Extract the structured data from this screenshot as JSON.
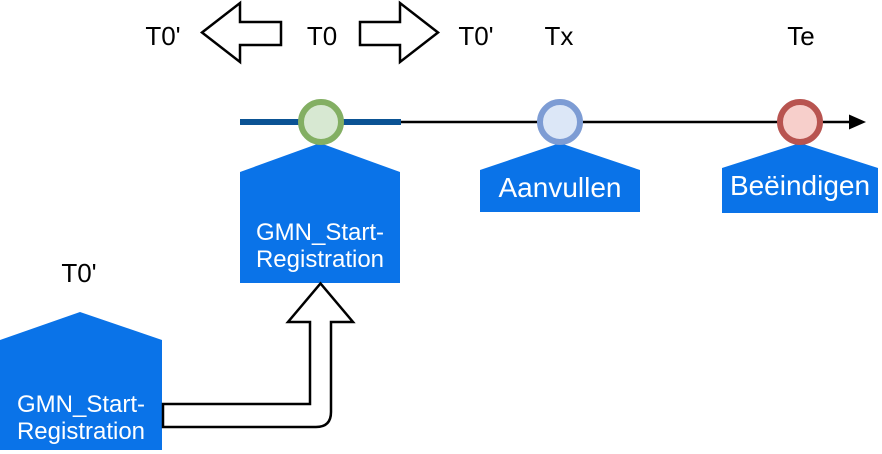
{
  "diagram": {
    "labels": {
      "t0_prime_left": "T0'",
      "t0_center": "T0",
      "t0_prime_right": "T0'",
      "tx": "Tx",
      "te": "Te",
      "t0_prime_bottom": "T0'"
    },
    "events": {
      "main_registration": "GMN_Start-Registration",
      "supplement": "Aanvullen",
      "terminate": "Beëindigen",
      "correction_registration": "GMN_Start-Registration"
    },
    "colors": {
      "event_fill": "#0A73E8",
      "event_text": "#FFFFFF",
      "timeline_highlight": "#0B5394",
      "timeline_line": "#000000",
      "milestone_start_fill": "#D7E8D2",
      "milestone_start_stroke": "#83AF63",
      "milestone_supplement_fill": "#DCE7F7",
      "milestone_supplement_stroke": "#7D9CD4",
      "milestone_end_fill": "#F7CFCB",
      "milestone_end_stroke": "#B85450"
    }
  }
}
